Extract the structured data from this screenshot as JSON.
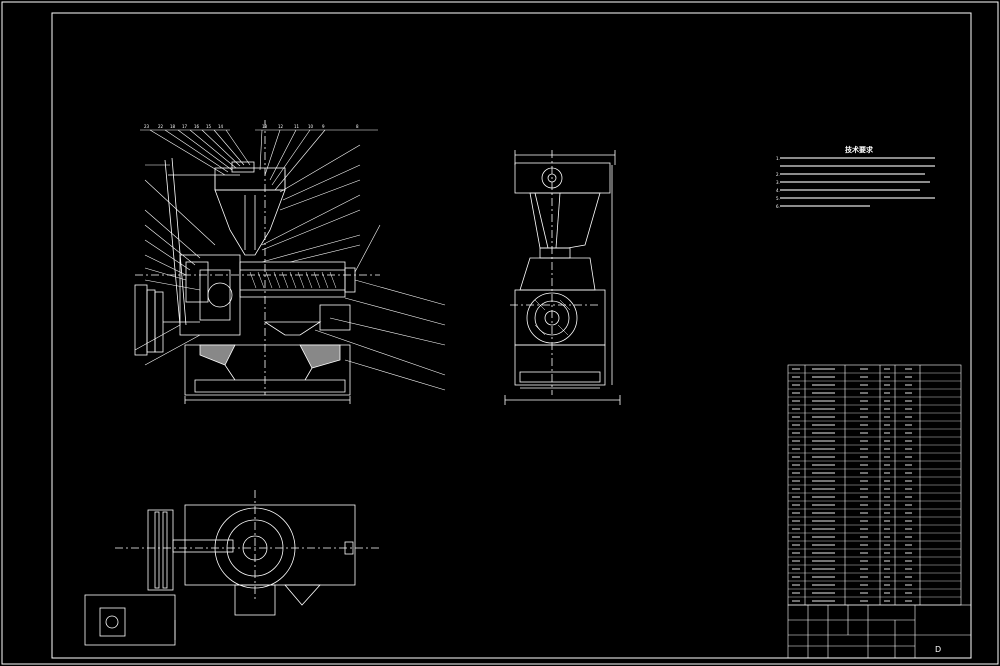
{
  "sheet": {
    "background": "#000000",
    "line_color": "#ffffff",
    "accent_color": "#aaaaaa"
  },
  "technical_requirements": {
    "title": "技术要求",
    "lines": [
      "1.",
      "2.",
      "3.",
      "4.",
      "5.",
      "6."
    ]
  },
  "balloons_left": [
    "23",
    "22",
    "18",
    "17",
    "16",
    "15",
    "14",
    "13",
    "12",
    "11",
    "10",
    "9",
    "8"
  ],
  "parts_table": {
    "rows": 30
  },
  "title_block": {
    "drawing_name": "",
    "sheet_mark": "D"
  }
}
